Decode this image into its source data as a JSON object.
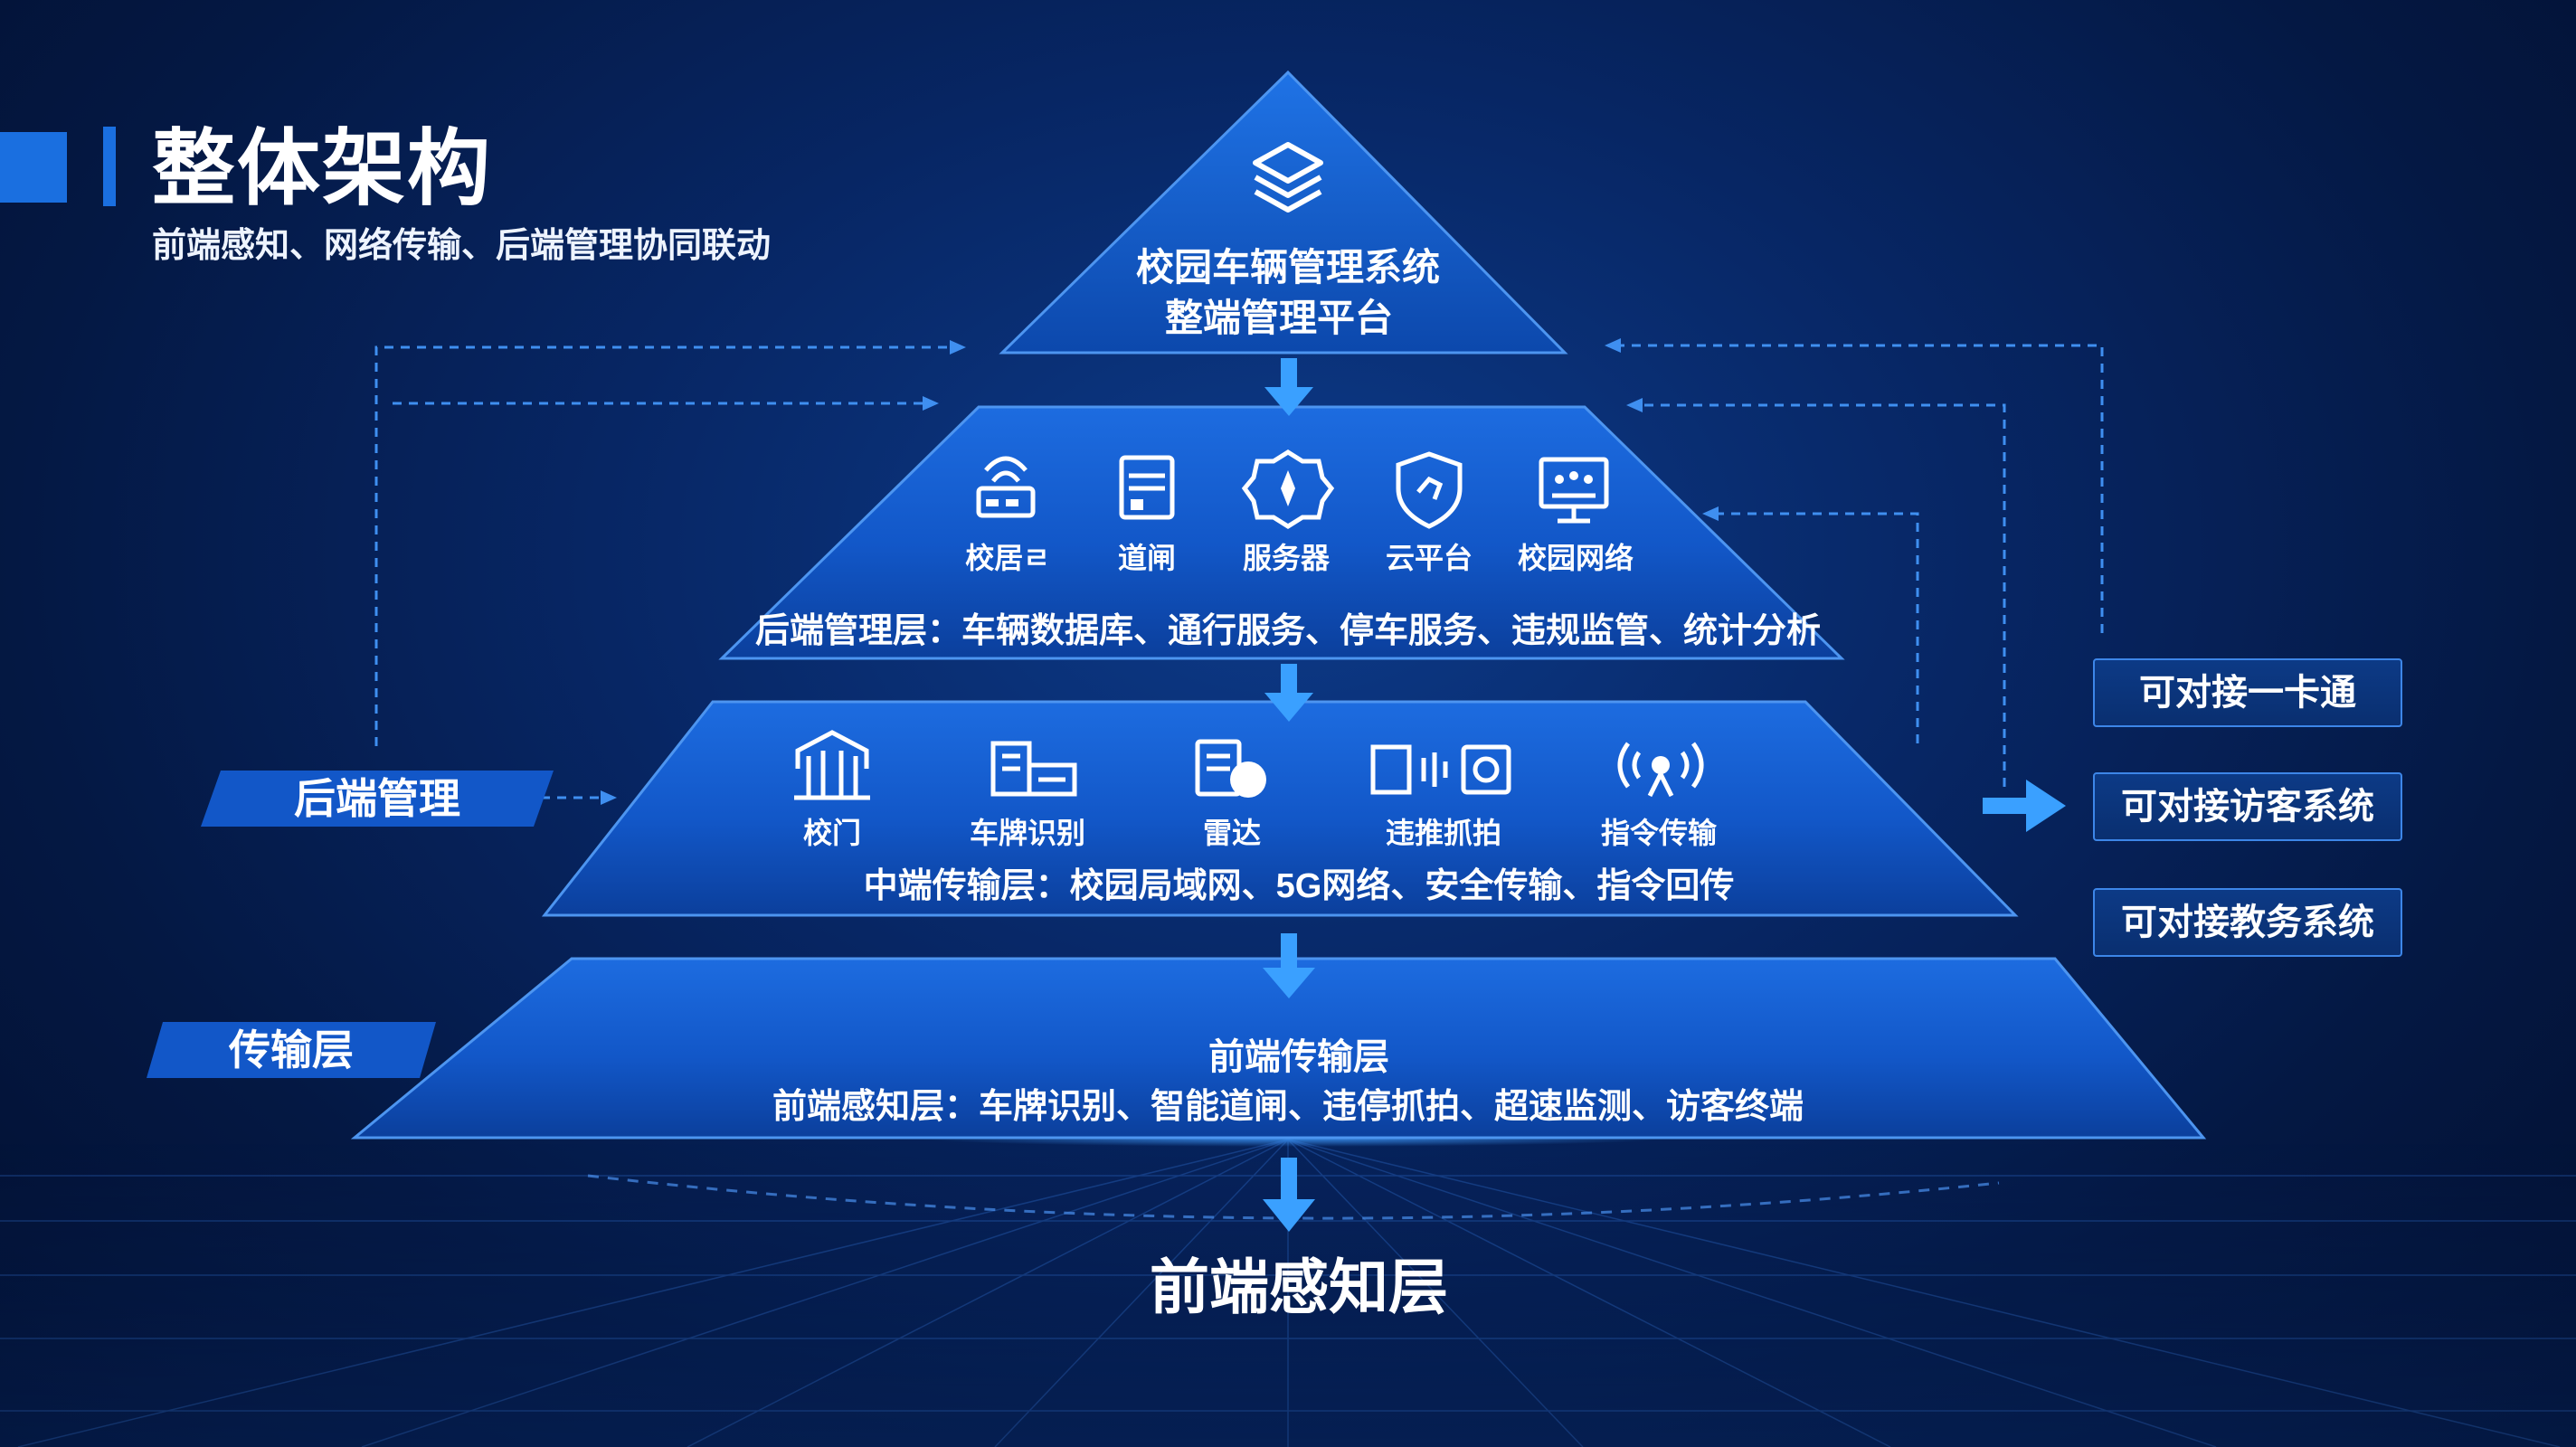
{
  "page": {
    "title": "整体架构",
    "subtitle": "前端感知、网络传输、后端管理协同联动"
  },
  "apex": {
    "line1": "校园车辆管理系统",
    "line2": "整端管理平台",
    "icon": "layers-icon"
  },
  "layer_backend": {
    "description": "后端管理层：车辆数据库、通行服务、停车服务、违规监管、统计分析",
    "items": [
      {
        "label": "校居ㄹ",
        "icon": "router-icon"
      },
      {
        "label": "道闸",
        "icon": "barrier-gate-icon"
      },
      {
        "label": "服务器",
        "icon": "server-badge-icon"
      },
      {
        "label": "云平台",
        "icon": "shield-icon"
      },
      {
        "label": "校园网络",
        "icon": "monitor-network-icon"
      }
    ]
  },
  "layer_middle": {
    "description": "中端传输层：校园局域网、5G网络、安全传输、指令回传",
    "items": [
      {
        "label": "校门",
        "icon": "campus-gate-icon"
      },
      {
        "label": "车牌识别",
        "icon": "license-plate-icon"
      },
      {
        "label": "雷达",
        "icon": "radar-icon"
      },
      {
        "label": "违推抓拍",
        "icon": "capture-camera-icon"
      },
      {
        "label": "指令传输",
        "icon": "signal-antenna-icon"
      }
    ]
  },
  "layer_front": {
    "title": "前端传输层",
    "description": "前端感知层：车牌识别、智能道闸、违停抓拍、超速监测、访客终端"
  },
  "bottom_label": "前端感知层",
  "side_tabs": {
    "backend": "后端管理",
    "transport": "传输层"
  },
  "integrations": [
    "可对接一卡通",
    "可对接访客系统",
    "可对接教务系统"
  ],
  "colors": {
    "accent": "#1a6fe0",
    "arrow": "#3aa0ff",
    "layer_edge": "#3d86e8"
  }
}
